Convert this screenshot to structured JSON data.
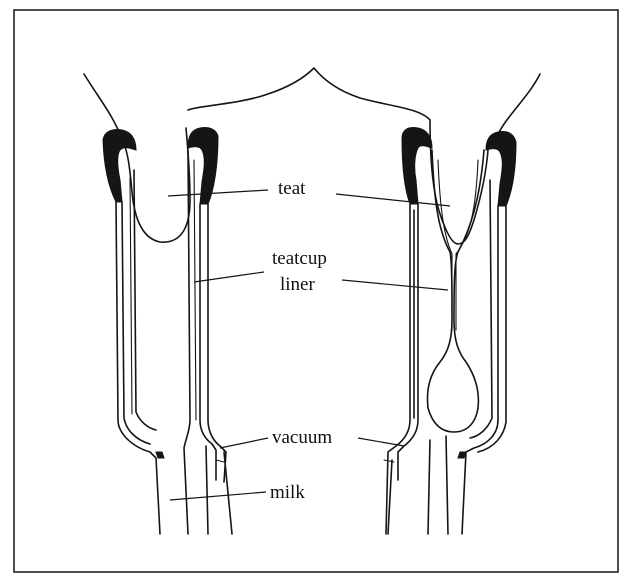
{
  "labels": {
    "teat": "teat",
    "teatcup_line1": "teatcup",
    "teatcup_line2": "liner",
    "vacuum": "vacuum",
    "milk": "milk"
  },
  "colors": {
    "ink": "#151515",
    "background": "#ffffff"
  }
}
